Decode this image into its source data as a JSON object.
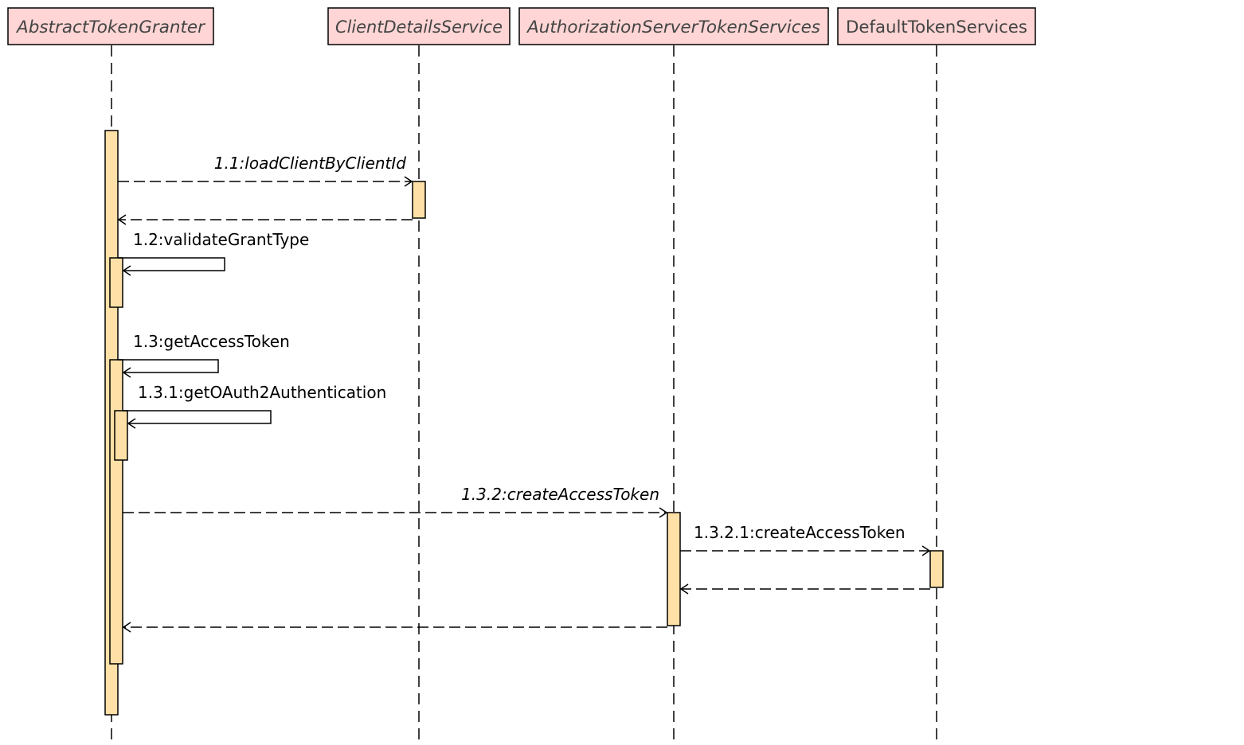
{
  "participants": [
    {
      "id": "p0",
      "label": "AbstractTokenGranter",
      "italic": true
    },
    {
      "id": "p1",
      "label": "ClientDetailsService",
      "italic": true
    },
    {
      "id": "p2",
      "label": "AuthorizationServerTokenServices",
      "italic": true
    },
    {
      "id": "p3",
      "label": "DefaultTokenServices",
      "italic": false
    }
  ],
  "messages": [
    {
      "id": "m1",
      "label": "1.1:loadClientByClientId",
      "italic": true,
      "from": "p0",
      "to": "p1",
      "kind": "call"
    },
    {
      "id": "m1r",
      "label": "",
      "from": "p1",
      "to": "p0",
      "kind": "return"
    },
    {
      "id": "m2",
      "label": "1.2:validateGrantType",
      "italic": false,
      "from": "p0",
      "to": "p0",
      "kind": "self"
    },
    {
      "id": "m3",
      "label": "1.3:getAccessToken",
      "italic": false,
      "from": "p0",
      "to": "p0",
      "kind": "self"
    },
    {
      "id": "m4",
      "label": "1.3.1:getOAuth2Authentication",
      "italic": false,
      "from": "p0",
      "to": "p0",
      "kind": "self"
    },
    {
      "id": "m5",
      "label": "1.3.2:createAccessToken",
      "italic": true,
      "from": "p0",
      "to": "p2",
      "kind": "call"
    },
    {
      "id": "m6",
      "label": "1.3.2.1:createAccessToken",
      "italic": false,
      "from": "p2",
      "to": "p3",
      "kind": "call"
    },
    {
      "id": "m6r",
      "label": "",
      "from": "p3",
      "to": "p2",
      "kind": "return"
    },
    {
      "id": "m5r",
      "label": "",
      "from": "p2",
      "to": "p0",
      "kind": "return"
    }
  ],
  "colors": {
    "participant_fill": "#ffd5d5",
    "activation_fill": "#ffe0a6",
    "line": "#000000",
    "participant_text": "#444444"
  }
}
